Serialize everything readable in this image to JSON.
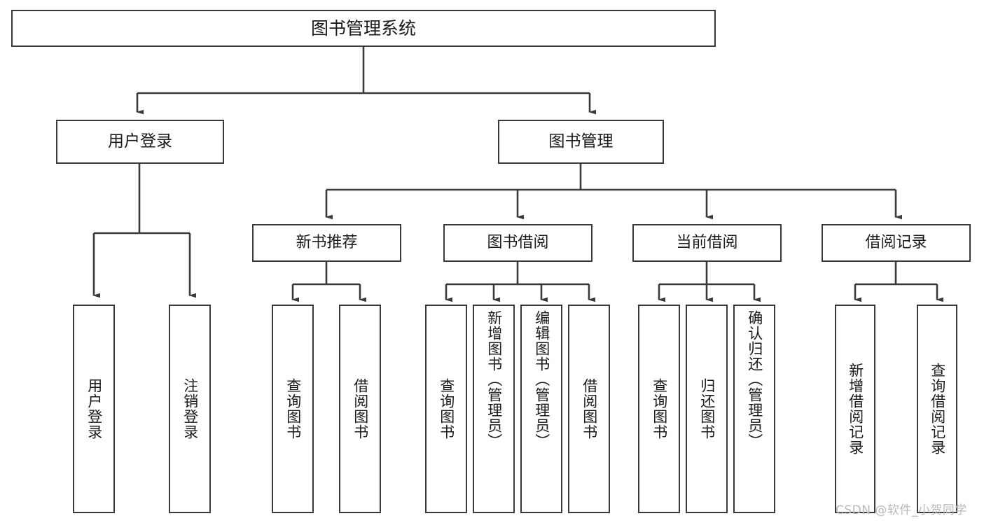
{
  "diagram": {
    "title": "图书管理系统",
    "orientation": "top-down-tree",
    "watermark": "CSDN @软件_小贺同学",
    "colors": {
      "box_border": "#3a3a3a",
      "box_fill": "#ffffff",
      "edge": "#3a3a3a",
      "text": "#1b1b1b",
      "watermark": "#b9b9b9",
      "background": "#ffffff"
    },
    "nodes": {
      "root": {
        "label": "图书管理系统",
        "level": 0,
        "text_direction": "horizontal"
      },
      "user_login": {
        "label": "用户登录",
        "level": 1,
        "text_direction": "horizontal"
      },
      "book_manage": {
        "label": "图书管理",
        "level": 1,
        "text_direction": "horizontal"
      },
      "new_book_rec": {
        "label": "新书推荐",
        "level": 2,
        "text_direction": "horizontal"
      },
      "book_borrow": {
        "label": "图书借阅",
        "level": 2,
        "text_direction": "horizontal"
      },
      "current_borrow": {
        "label": "当前借阅",
        "level": 2,
        "text_direction": "horizontal"
      },
      "borrow_record": {
        "label": "借阅记录",
        "level": 2,
        "text_direction": "horizontal"
      },
      "leaf_user_login": {
        "label": "用户登录",
        "level": 3,
        "text_direction": "vertical"
      },
      "leaf_logout": {
        "label": "注销登录",
        "level": 3,
        "text_direction": "vertical"
      },
      "leaf_query_book_a": {
        "label": "查询图书",
        "level": 3,
        "text_direction": "vertical"
      },
      "leaf_borrow_book_a": {
        "label": "借阅图书",
        "level": 3,
        "text_direction": "vertical"
      },
      "leaf_query_book_b": {
        "label": "查询图书",
        "level": 3,
        "text_direction": "vertical"
      },
      "leaf_add_book": {
        "label": "新增图书（管理员）",
        "level": 3,
        "text_direction": "vertical"
      },
      "leaf_edit_book": {
        "label": "编辑图书（管理员）",
        "level": 3,
        "text_direction": "vertical"
      },
      "leaf_borrow_book_b": {
        "label": "借阅图书",
        "level": 3,
        "text_direction": "vertical"
      },
      "leaf_query_book_c": {
        "label": "查询图书",
        "level": 3,
        "text_direction": "vertical"
      },
      "leaf_return_book": {
        "label": "归还图书",
        "level": 3,
        "text_direction": "vertical"
      },
      "leaf_confirm_return": {
        "label": "确认归还（管理员）",
        "level": 3,
        "text_direction": "vertical"
      },
      "leaf_add_record": {
        "label": "新增借阅记录",
        "level": 3,
        "text_direction": "vertical"
      },
      "leaf_query_record": {
        "label": "查询借阅记录",
        "level": 3,
        "text_direction": "vertical"
      }
    },
    "edges": [
      {
        "from": "root",
        "to": "user_login"
      },
      {
        "from": "root",
        "to": "book_manage"
      },
      {
        "from": "user_login",
        "to": "leaf_user_login"
      },
      {
        "from": "user_login",
        "to": "leaf_logout"
      },
      {
        "from": "book_manage",
        "to": "new_book_rec"
      },
      {
        "from": "book_manage",
        "to": "book_borrow"
      },
      {
        "from": "book_manage",
        "to": "current_borrow"
      },
      {
        "from": "book_manage",
        "to": "borrow_record"
      },
      {
        "from": "new_book_rec",
        "to": "leaf_query_book_a"
      },
      {
        "from": "new_book_rec",
        "to": "leaf_borrow_book_a"
      },
      {
        "from": "book_borrow",
        "to": "leaf_query_book_b"
      },
      {
        "from": "book_borrow",
        "to": "leaf_add_book"
      },
      {
        "from": "book_borrow",
        "to": "leaf_edit_book"
      },
      {
        "from": "book_borrow",
        "to": "leaf_borrow_book_b"
      },
      {
        "from": "current_borrow",
        "to": "leaf_query_book_c"
      },
      {
        "from": "current_borrow",
        "to": "leaf_return_book"
      },
      {
        "from": "current_borrow",
        "to": "leaf_confirm_return"
      },
      {
        "from": "borrow_record",
        "to": "leaf_add_record"
      },
      {
        "from": "borrow_record",
        "to": "leaf_query_record"
      }
    ]
  }
}
